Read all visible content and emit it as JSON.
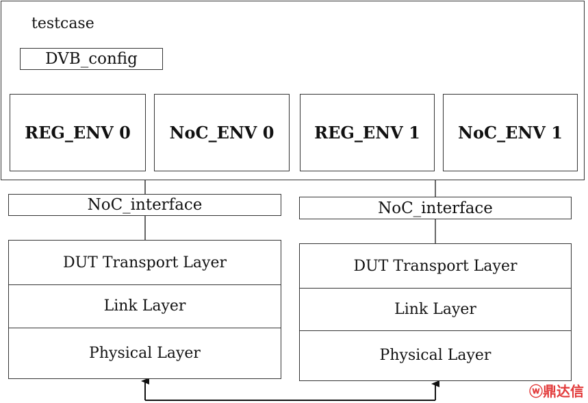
{
  "testcase": {
    "title": "testcase",
    "config_label": "DVB_config",
    "envs": [
      "REG_ENV 0",
      "NoC_ENV 0",
      "REG_ENV 1",
      "NoC_ENV 1"
    ]
  },
  "left": {
    "interface": "NoC_interface",
    "layers": [
      "DUT Transport Layer",
      "Link Layer",
      "Physical Layer"
    ]
  },
  "right": {
    "interface": "NoC_interface",
    "layers": [
      "DUT Transport Layer",
      "Link Layer",
      "Physical Layer"
    ]
  },
  "watermark": "鼎达信",
  "colors": {
    "line": "#333333",
    "watermark": "#e23a3a"
  }
}
